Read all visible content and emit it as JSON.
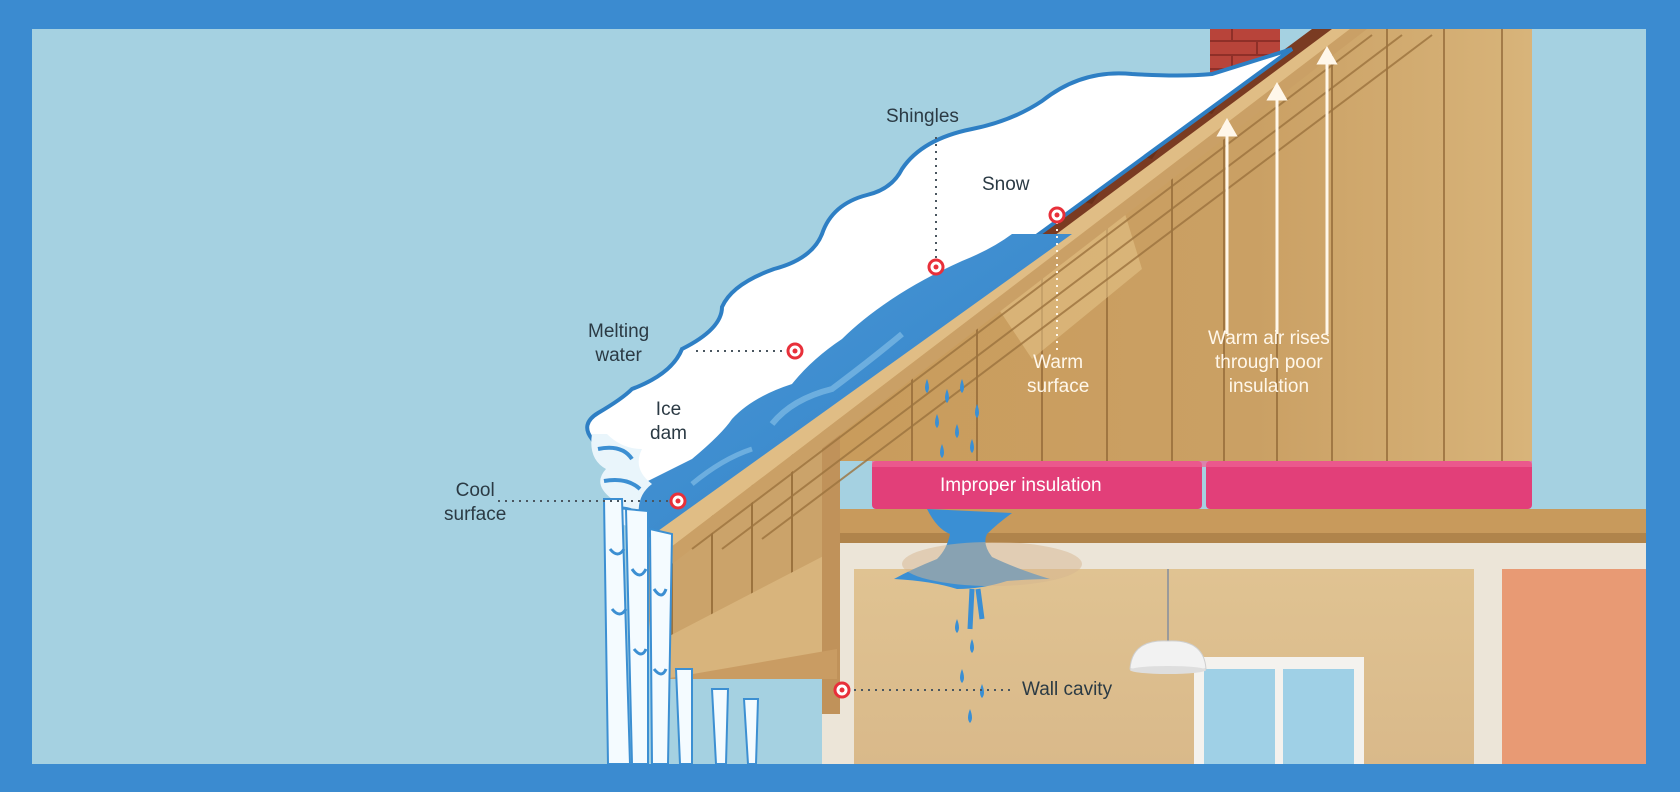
{
  "colors": {
    "frame": "#3b8bd0",
    "sky": "#a5d1e1",
    "snow": "#ffffff",
    "water": "#3c8fd2",
    "shingles": "#7a3b22",
    "wood": "#d9b57a",
    "insulation": "#e8437a",
    "marker": "#e8303a"
  },
  "labels": {
    "shingles": "Shingles",
    "snow": "Snow",
    "melting_water": [
      "Melting",
      "water"
    ],
    "warm_surface": [
      "Warm",
      "surface"
    ],
    "warm_air": [
      "Warm air rises",
      "through poor",
      "insulation"
    ],
    "ice_dam": [
      "Ice",
      "dam"
    ],
    "cool_surface": [
      "Cool",
      "surface"
    ],
    "improper_insulation": "Improper insulation",
    "wall_cavity": "Wall cavity"
  },
  "icons": [
    "arrow-up-icon",
    "marker-dot-icon",
    "water-drop-icon",
    "pendant-lamp-icon"
  ]
}
